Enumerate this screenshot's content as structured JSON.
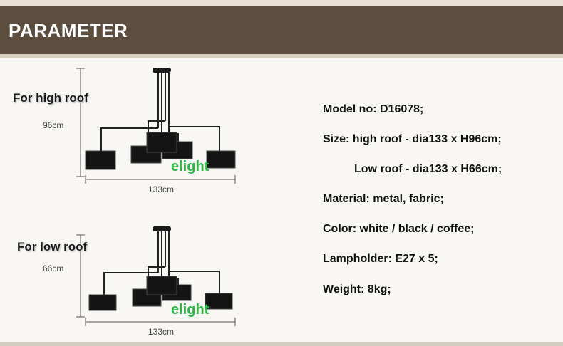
{
  "header": {
    "title": "PARAMETER"
  },
  "diagrams": [
    {
      "roof_label": "For high roof",
      "height_label": "96cm",
      "width_label": "133cm",
      "watermark": "elight"
    },
    {
      "roof_label": "For low roof",
      "height_label": "66cm",
      "width_label": "133cm",
      "watermark": "elight"
    }
  ],
  "specs": [
    "Model no: D16078;",
    "Size: high roof - dia133 x H96cm;",
    "Low roof - dia133 x H66cm;",
    "Material: metal, fabric;",
    "Color: white / black / coffee;",
    "Lampholder: E27 x 5;",
    "Weight: 8kg;"
  ],
  "colors": {
    "header_bg": "#5c4d3f",
    "header_text": "#ffffff",
    "watermark": "#2eb84a"
  }
}
